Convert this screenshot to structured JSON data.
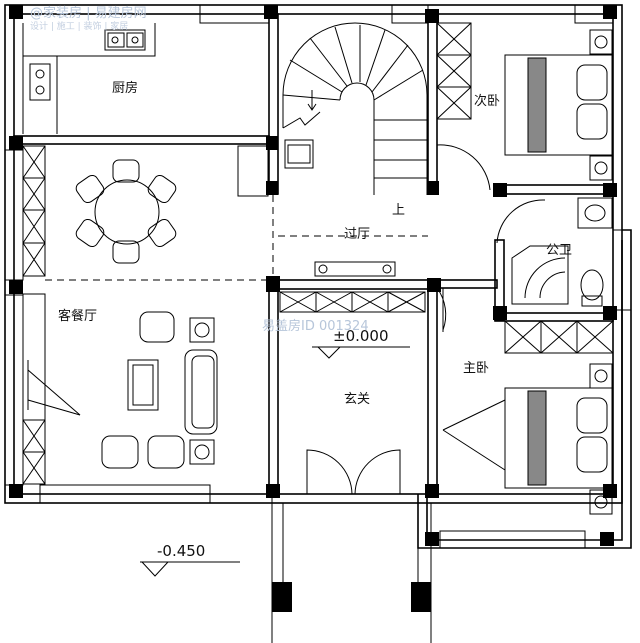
{
  "rooms": {
    "kitchen": "厨房",
    "living_dining": "客餐厅",
    "hall": "过厅",
    "stairs_up": "上",
    "second_bedroom": "次卧",
    "public_bathroom": "公卫",
    "master_bedroom": "主卧",
    "entrance": "玄关"
  },
  "elevations": {
    "interior": "±0.000",
    "exterior": "-0.450"
  },
  "watermarks": {
    "top_left": "@家装房 | 易建房网",
    "top_left_sub": "设计 | 施工 | 装饰 | 家居",
    "center": "易盖房ID 001324"
  }
}
